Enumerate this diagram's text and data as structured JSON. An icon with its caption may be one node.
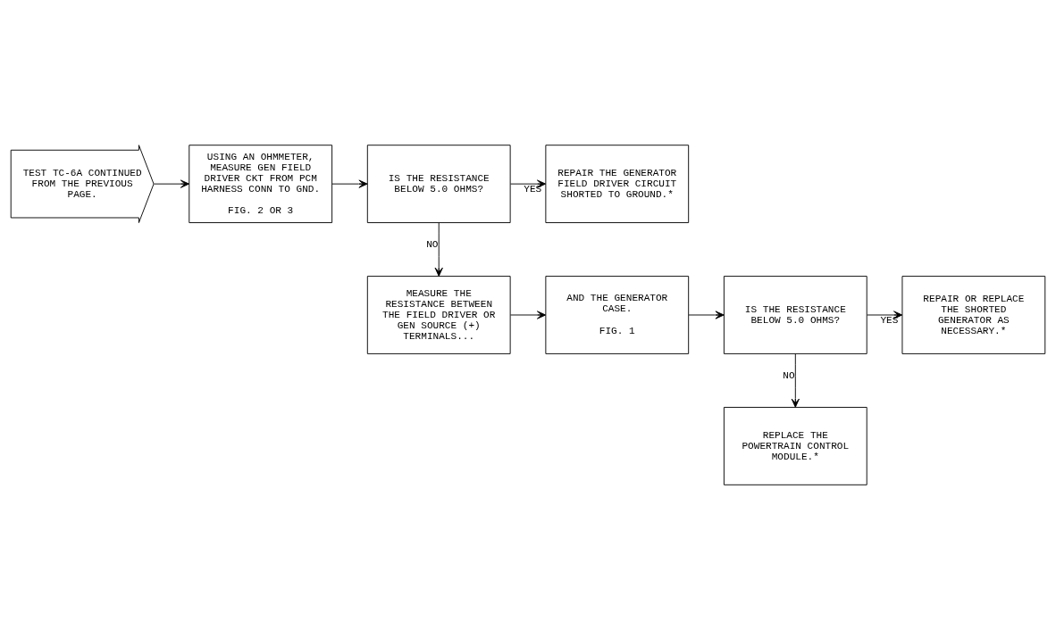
{
  "diagram": {
    "nodes": [
      {
        "text": [
          "TEST TC-6A CONTINUED FROM THE PREVIOUS PAGE."
        ]
      },
      {
        "text": [
          "USING AN OHMMETER, MEASURE GEN FIELD DRIVER CKT FROM PCM HARNESS CONN TO GND.",
          "FIG. 2 OR 3"
        ]
      },
      {
        "text": [
          "IS THE RESISTANCE BELOW 5.0 OHMS?"
        ]
      },
      {
        "text": [
          "REPAIR THE GENERATOR FIELD DRIVER CIRCUIT SHORTED TO GROUND.*"
        ]
      },
      {
        "text": [
          "MEASURE THE RESISTANCE BETWEEN THE FIELD DRIVER OR GEN SOURCE (+) TERMINALS..."
        ]
      },
      {
        "text": [
          "AND THE GENERATOR CASE.",
          "FIG. 1"
        ]
      },
      {
        "text": [
          "IS THE RESISTANCE BELOW 5.0 OHMS?"
        ]
      },
      {
        "text": [
          "REPAIR OR REPLACE THE SHORTED GENERATOR AS NECESSARY.*"
        ]
      },
      {
        "text": [
          "REPLACE THE POWERTRAIN CONTROL MODULE.*"
        ]
      }
    ],
    "edges": [
      {
        "from": 0,
        "to": 1,
        "arrow": "to"
      },
      {
        "from": 1,
        "to": 2,
        "arrow": "to"
      },
      {
        "from": 2,
        "to": 3,
        "arrow": "to",
        "label": "YES"
      },
      {
        "from": 2,
        "to": 4,
        "arrow": "to",
        "label": "NO"
      },
      {
        "from": 4,
        "to": 5,
        "arrow": "to"
      },
      {
        "from": 5,
        "to": 6,
        "arrow": "to"
      },
      {
        "from": 6,
        "to": 7,
        "arrow": "to",
        "label": "YES"
      },
      {
        "from": 6,
        "to": 8,
        "arrow": "to",
        "label": "NO"
      }
    ]
  }
}
